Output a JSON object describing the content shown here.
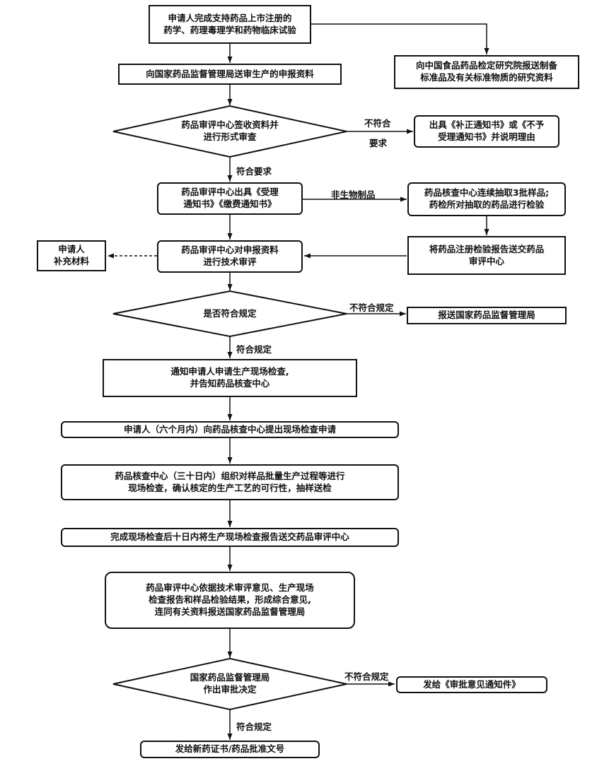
{
  "steps": {
    "s1": "申请人完成支持药品上市注册的\n药学、药理毒理学和药物临床试验",
    "s1_side": "向中国食品药品检定研究院报送制备\n标准品及有关标准物质的研究资料",
    "s2": "向国家药品监督管理局送审生产的申报资料",
    "d1": "药品审评中心签收资料并\n进行形式审查",
    "d1_no_result": "出具《补正通知书》或《不予\n受理通知书》并说明理由",
    "s3": "药品审评中心出具《受理\n通知书》《缴费通知书》",
    "s3_side": "药品核查中心连续抽取3批样品;\n药检所对抽取的药品进行检验",
    "s3_side2": "将药品注册检验报告送交药品\n审评中心",
    "s4": "药品审评中心对申报资料\n进行技术审评",
    "s4_side": "申请人\n补充材料",
    "d2": "是否符合规定",
    "d2_no_result": "报送国家药品监督管理局",
    "s5": "通知申请人申请生产现场检查,\n并告知药品核查中心",
    "s6": "申请人（六个月内）向药品核查中心提出现场检查申请",
    "s7": "药品核查中心（三十日内）组织对样品批量生产过程等进行\n现场检查，确认核定的生产工艺的可行性，抽样送检",
    "s8": "完成现场检查后十日内将生产现场检查报告送交药品审评中心",
    "s9": "药品审评中心依据技术审评意见、生产现场\n检查报告和样品检验结果，形成综合意见,\n连同有关资料报送国家药品监督管理局",
    "d3": "国家药品监督管理局\n作出审批决定",
    "d3_no_result": "发给《审批意见通知件》",
    "s10": "发给新药证书/药品批准文号"
  },
  "labels": {
    "not_meet_1": "不符合",
    "not_meet_2": "要求",
    "meets_req": "符合要求",
    "non_bio": "非生物制品",
    "not_meet_rule_1": "不符合规定",
    "meets_rule_1": "符合规定",
    "not_meet_rule_2": "不符合规定",
    "meets_rule_2": "符合规定"
  }
}
